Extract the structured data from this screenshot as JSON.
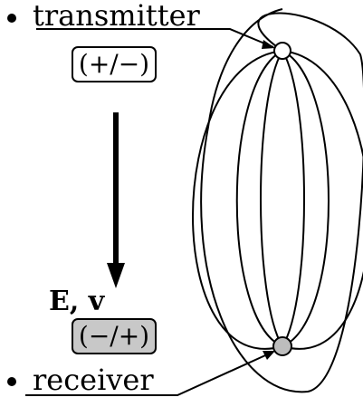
{
  "labels": {
    "transmitter": "transmitter",
    "receiver": "receiver",
    "polarity_transmitter": "(+/−)",
    "polarity_receiver": "(−/+)",
    "field_velocity": "E, v"
  },
  "colors": {
    "ink": "#000000",
    "receiver_fill": "#bdbdbd",
    "transmitter_fill": "#ffffff",
    "receiver_box_fill": "#c8c8c8"
  }
}
